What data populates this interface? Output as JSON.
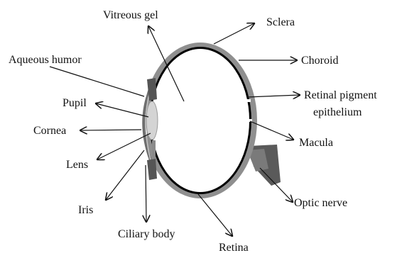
{
  "labels": {
    "vitreous_gel": "Vitreous gel",
    "sclera": "Sclera",
    "aqueous_humor": "Aqueous humor",
    "choroid": "Choroid",
    "pupil": "Pupil",
    "retinal_pigment_line1": "Retinal pigment",
    "retinal_pigment_line2": "epithelium",
    "cornea": "Cornea",
    "macula": "Macula",
    "lens": "Lens",
    "iris": "Iris",
    "optic_nerve": "Optic nerve",
    "ciliary_body": "Ciliary body",
    "retina": "Retina"
  },
  "colors": {
    "sclera": "#8f8f8f",
    "choroid": "#000000",
    "lens": "#d4d4d4",
    "outline": "#111111",
    "text": "#111111"
  }
}
